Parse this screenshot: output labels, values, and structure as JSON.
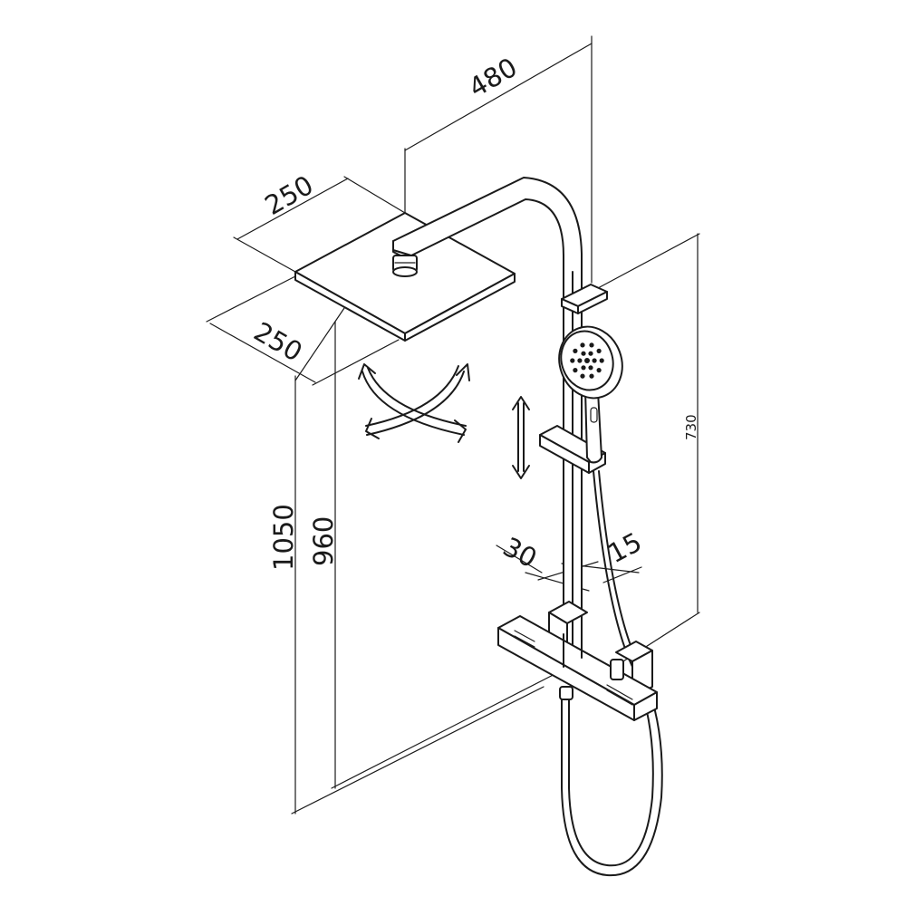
{
  "dimensions": {
    "arm_reach": "480",
    "head_width": "250",
    "head_depth": "250",
    "total_height": "1050",
    "head_height": "960",
    "slider_range": "730",
    "wall_offset_a": "30",
    "wall_offset_b": "15"
  }
}
